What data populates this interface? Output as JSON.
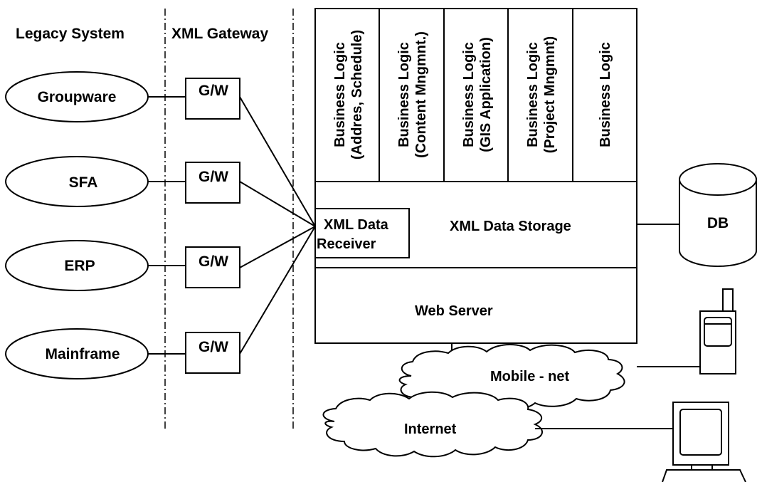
{
  "columns": {
    "legacy_header": "Legacy System",
    "gateway_header": "XML Gateway"
  },
  "legacy_systems": [
    "Groupware",
    "SFA",
    "ERP",
    "Mainframe"
  ],
  "gateway_label": "G/W",
  "business_logic": [
    {
      "line1": "Business Logic",
      "line2": "(Addres, Schedule)"
    },
    {
      "line1": "Business Logic",
      "line2": "(Content Mngmnt.)"
    },
    {
      "line1": "Business Logic",
      "line2": "(GIS Application)"
    },
    {
      "line1": "Business Logic",
      "line2": "(Project Mngmnt)"
    },
    {
      "line1": "Business Logic",
      "line2": ""
    }
  ],
  "storage": {
    "title": "XML Data Storage",
    "receiver_line1": "XML Data",
    "receiver_line2": "Receiver"
  },
  "web_server": "Web Server",
  "db": "DB",
  "networks": {
    "mobile": "Mobile - net",
    "internet": "Internet"
  }
}
